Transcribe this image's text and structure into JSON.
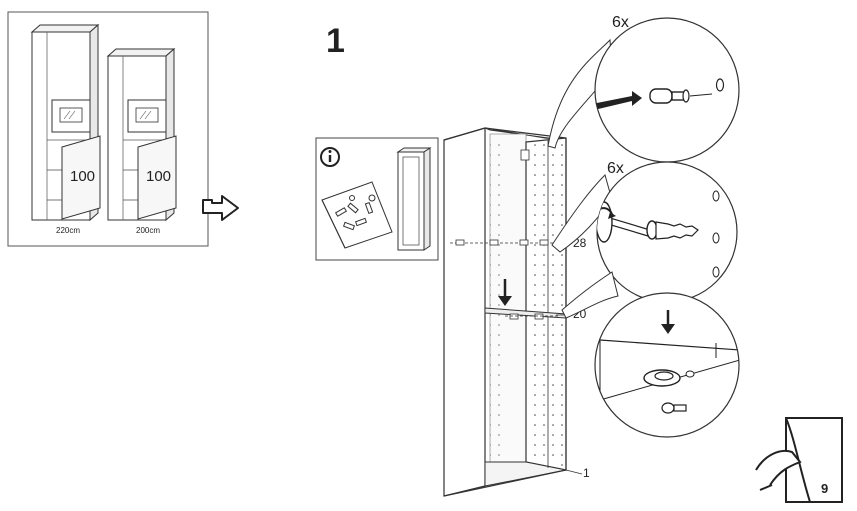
{
  "overview": {
    "cabinet_a": {
      "value": "100",
      "height_label": "220cm"
    },
    "cabinet_b": {
      "value": "100",
      "height_label": "200cm"
    }
  },
  "step": {
    "number": "1"
  },
  "callouts": {
    "qty_top": "6x",
    "qty_mid": "6x",
    "part_28": "28",
    "part_20": "20",
    "part_1": "1"
  },
  "page_number": "9"
}
